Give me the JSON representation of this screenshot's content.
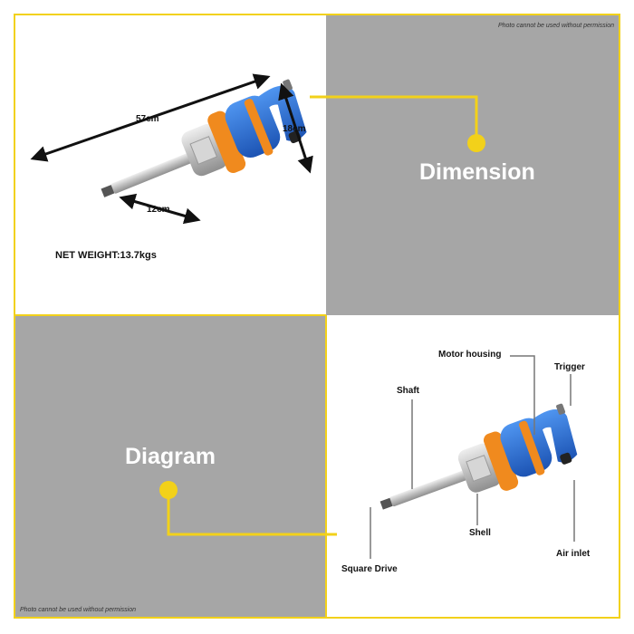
{
  "watermark_top": "Photo cannot be used without permission",
  "watermark_bottom": "Photo cannot be used without permission",
  "dimension": {
    "title": "Dimension",
    "length": "57cm",
    "height": "18cm",
    "shaft_length": "12cm",
    "net_weight": "NET WEIGHT:13.7kgs"
  },
  "diagram": {
    "title": "Diagram",
    "parts": {
      "motor_housing": "Motor housing",
      "trigger": "Trigger",
      "shaft": "Shaft",
      "shell": "Shell",
      "air_inlet": "Air inlet",
      "square_drive": "Square Drive"
    }
  },
  "colors": {
    "frame": "#f2d11a",
    "gray_panel": "#a6a6a6",
    "tool_blue": "#2a6fd6",
    "tool_orange": "#f08a1e",
    "tool_silver": "#c8c8c8"
  }
}
